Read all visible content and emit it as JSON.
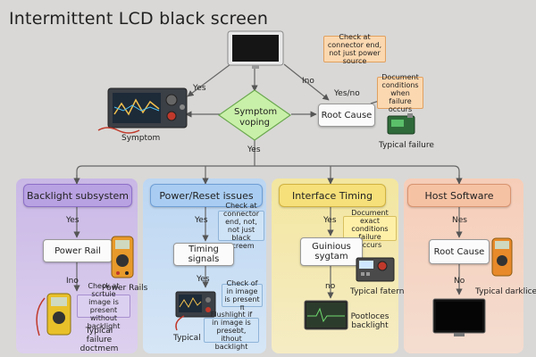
{
  "title": "Intermittent LCD black screen",
  "top": {
    "diamond": "Symptom voping",
    "yes_left": "Yes",
    "yes_down": "Yes",
    "ino": "Ino",
    "yes_no": "Yes/no",
    "root_cause": "Root Cause",
    "symptom_caption": "Symptom",
    "typical_failure": "Typical failure",
    "note_connector": "Check at connector end, not just power source",
    "note_document": "Document conditions when failure occurs"
  },
  "columns": [
    {
      "header": "Backlight subsystem",
      "yes": "Yes",
      "box": "Power Rail",
      "no": "Ino",
      "caption_right": "Power Rails",
      "caption_bottom": "Typical failure doctmem",
      "note": "Check at scrtuie image is present without backlight"
    },
    {
      "header": "Power/Reset issues",
      "yes": "Yes",
      "box": "Timing signals",
      "no": "Yes",
      "note_top": "Check at connector end, not, not just black screem",
      "note_mid": "Check of in image is present π",
      "note_bot": "Flushlight if in image is presebt, ithout backlight",
      "caption": "Typical"
    },
    {
      "header": "Interface Timing",
      "yes": "Yes",
      "box": "Guinious sygtam",
      "no": "no",
      "note": "Document exact conditions failure occurs",
      "caption_right": "Typical fatern",
      "caption_bottom": "Pootloces backlight"
    },
    {
      "header": "Host Software",
      "yes": "Nes",
      "box": "Root Cause",
      "no": "No",
      "caption": "Typical darklicen"
    }
  ]
}
